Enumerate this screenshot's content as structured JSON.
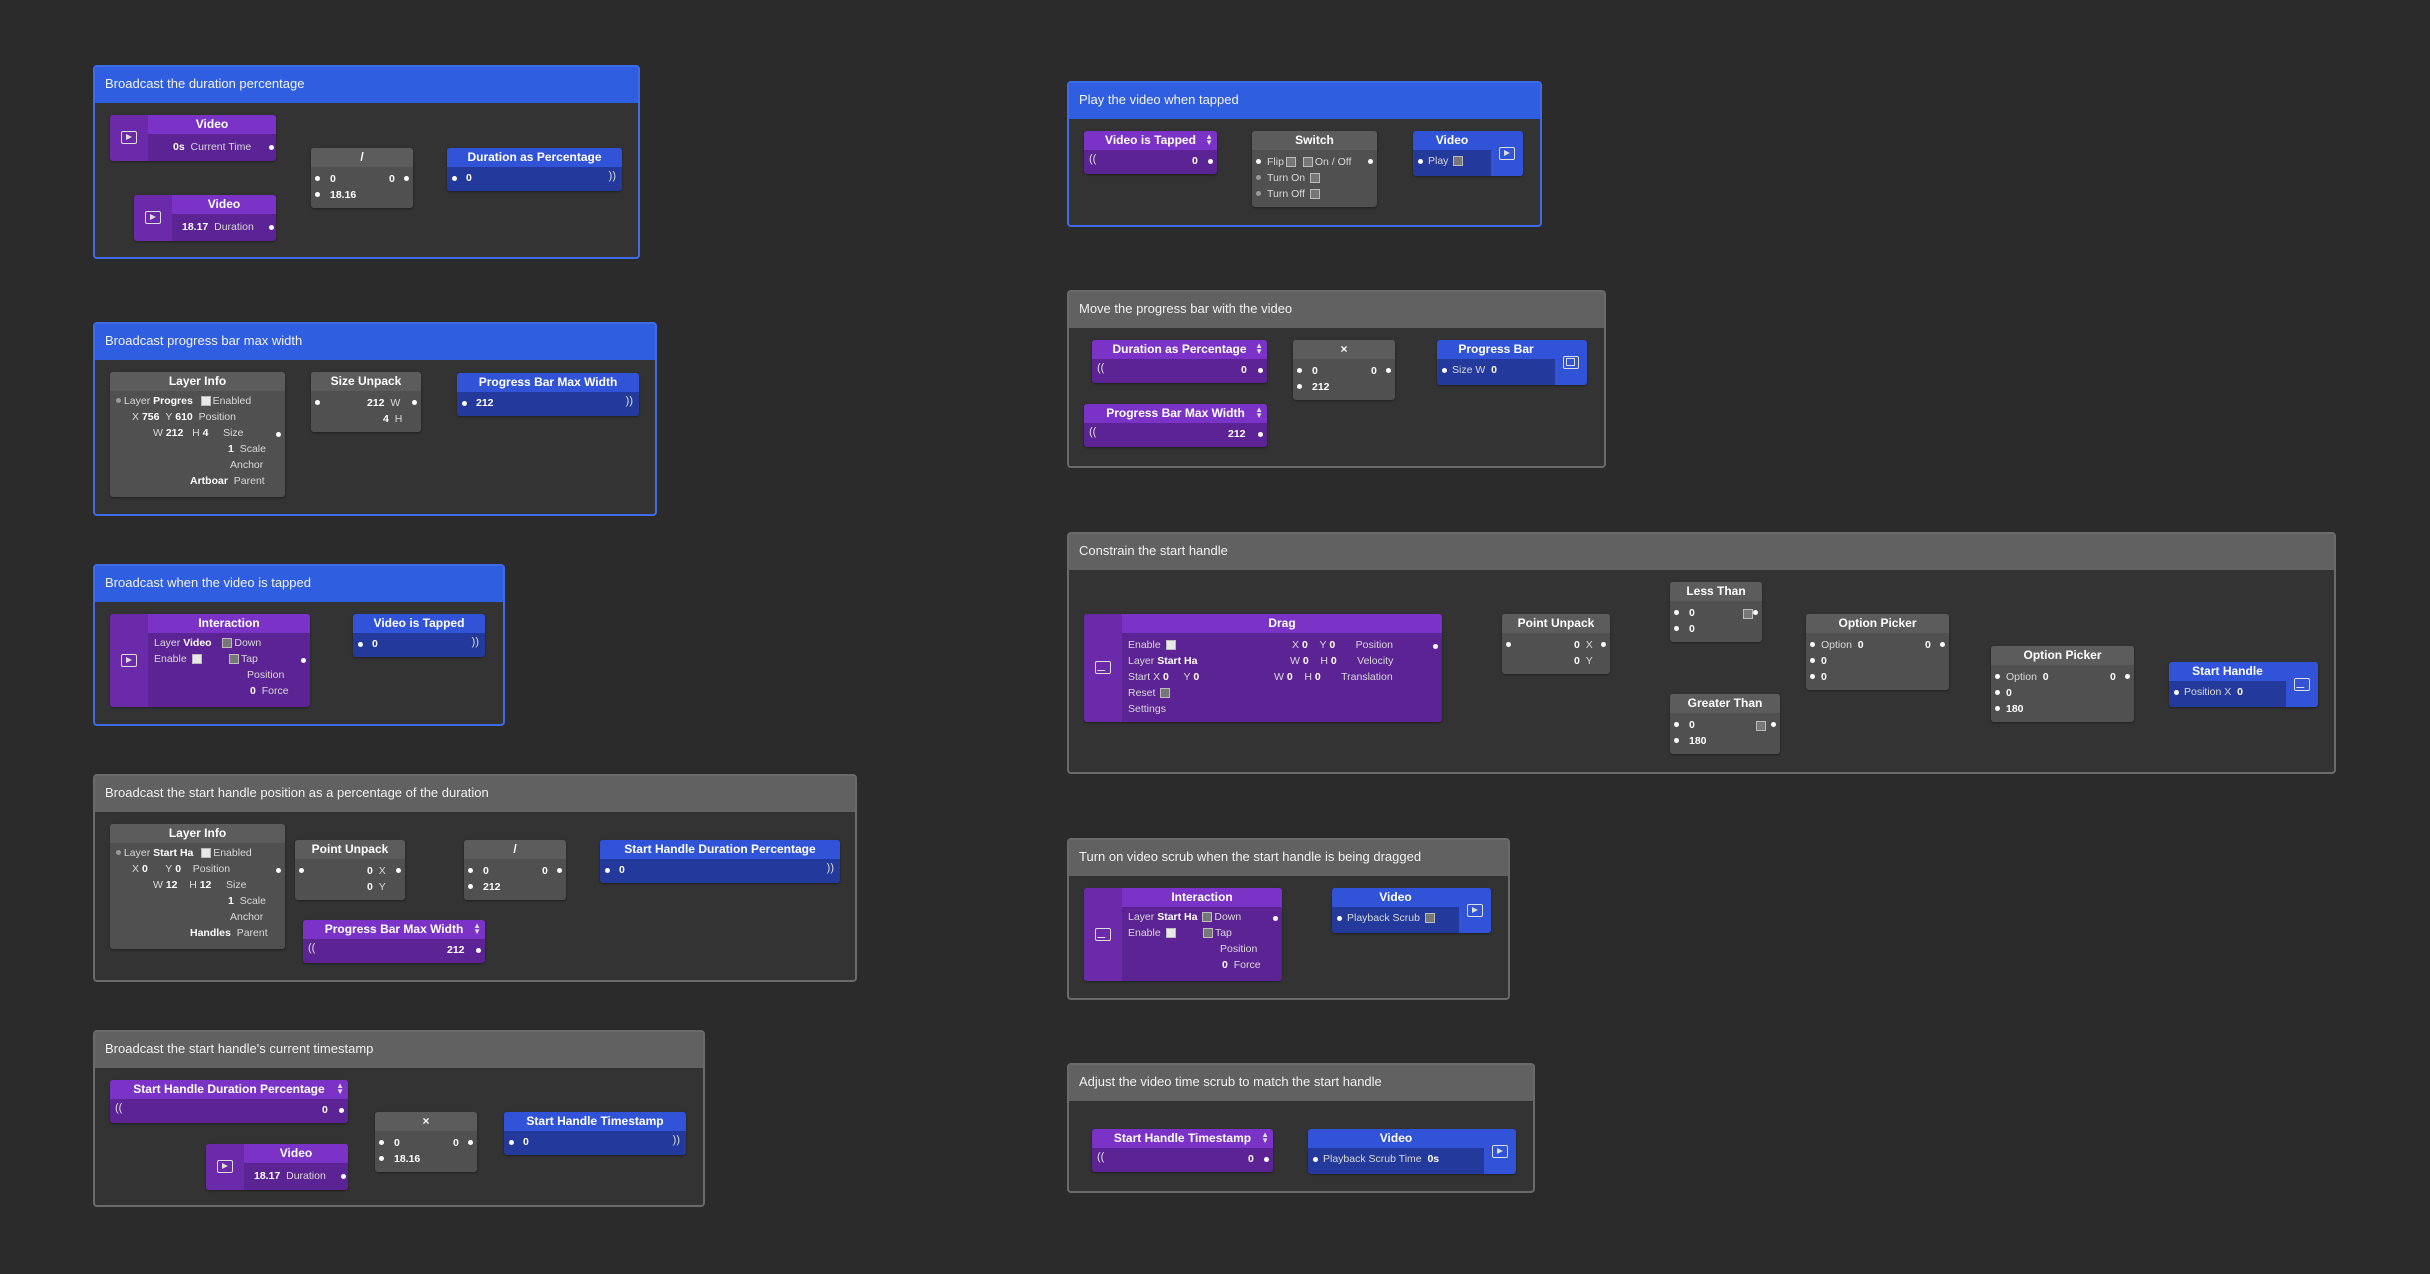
{
  "groups": {
    "g1": "Broadcast the duration percentage",
    "g2": "Broadcast progress bar max width",
    "g3": "Broadcast when the video is tapped",
    "g4": "Broadcast the start handle position as a percentage of the duration",
    "g5": "Broadcast the start handle's current timestamp",
    "g6": "Play the video when tapped",
    "g7": "Move the progress bar with the video",
    "g8": "Constrain the start handle",
    "g9": "Turn on video scrub when the start handle is being dragged",
    "g10": "Adjust the video time scrub to match the start handle"
  },
  "labels": {
    "video": "Video",
    "current_time": "Current Time",
    "duration": "Duration",
    "divide": "/",
    "multiply": "×",
    "duration_pct": "Duration as Percentage",
    "layer_info": "Layer Info",
    "size_unpack": "Size Unpack",
    "pbmw": "Progress Bar Max Width",
    "layer": "Layer",
    "enabled": "Enabled",
    "position": "Position",
    "size": "Size",
    "scale": "Scale",
    "anchor": "Anchor",
    "parent": "Parent",
    "x": "X",
    "y": "Y",
    "w": "W",
    "h": "H",
    "interaction": "Interaction",
    "enable": "Enable",
    "down": "Down",
    "tap": "Tap",
    "force": "Force",
    "video_tapped": "Video is Tapped",
    "point_unpack": "Point Unpack",
    "shdp": "Start Handle Duration Percentage",
    "sh_timestamp": "Start Handle Timestamp",
    "switch": "Switch",
    "flip": "Flip",
    "on_off": "On / Off",
    "turn_on": "Turn On",
    "turn_off": "Turn Off",
    "play": "Play",
    "progress_bar": "Progress Bar",
    "size_w": "Size W",
    "drag": "Drag",
    "start": "Start",
    "reset": "Reset",
    "settings": "Settings",
    "velocity": "Velocity",
    "translation": "Translation",
    "less_than": "Less Than",
    "greater_than": "Greater Than",
    "option_picker": "Option Picker",
    "option": "Option",
    "start_handle": "Start Handle",
    "position_x": "Position X",
    "playback_scrub": "Playback Scrub",
    "playback_scrub_time": "Playback Scrub Time"
  },
  "values": {
    "v0s": "0s",
    "v1817": "18.17",
    "v18_16": "18.16",
    "zero": "0",
    "v212": "212",
    "v4": "4",
    "v756": "756",
    "v610": "610",
    "v1": "1",
    "progres": "Progres",
    "artboar": "Artboar",
    "video_layer": "Video",
    "start_ha": "Start Ha",
    "handles": "Handles",
    "v12": "12",
    "v180": "180"
  }
}
